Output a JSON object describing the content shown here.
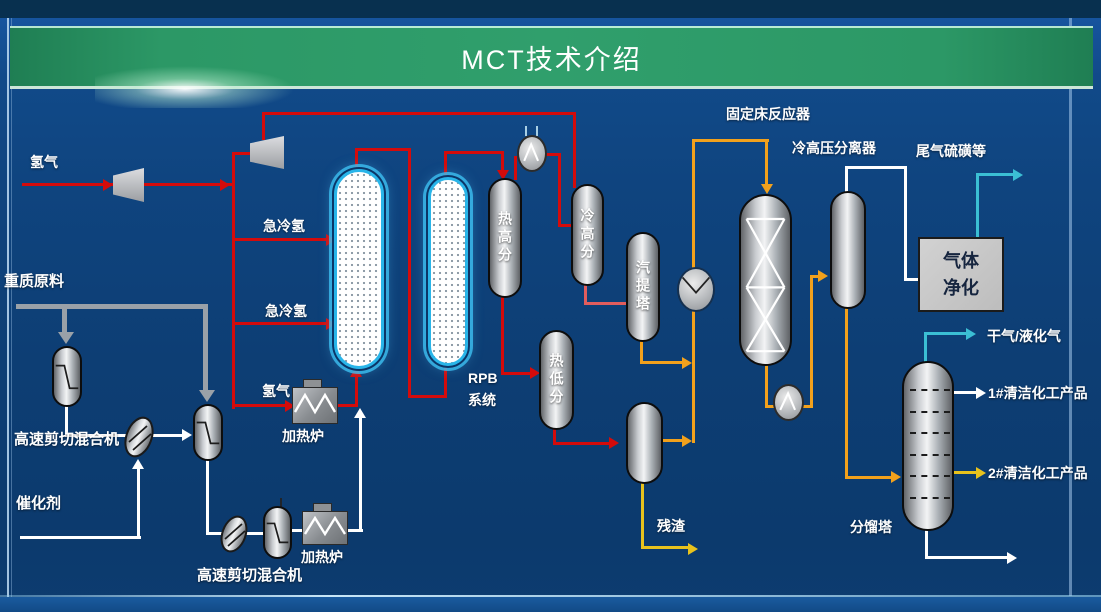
{
  "slide": {
    "title": "MCT技术介绍"
  },
  "colors": {
    "banner_green": "#2f9e6a",
    "background_blue": "#0e4178",
    "line_red": "#d40b0b",
    "line_pink": "#e25d5d",
    "line_orange": "#f2a11c",
    "line_yellow": "#e8c21d",
    "line_cyan": "#3bbfd4",
    "line_white": "#ffffff",
    "feed_gray": "#9aa1a8",
    "rpb_border_cyan": "#29b5e9"
  },
  "streams": {
    "hydrogen_feed": "氢气",
    "heavy_feed": "重质原料",
    "quench_h2_upper": "急冷氢",
    "quench_h2_lower": "急冷氢",
    "furnace_h2": "氢气",
    "catalyst": "催化剂",
    "tail_gas": "尾气硫磺等",
    "dry_gas_lpg": "干气/液化气",
    "product_1": "1#清洁化工产品",
    "product_2": "2#清洁化工产品",
    "residue": "残渣"
  },
  "equipment": {
    "furnace_1": "加热炉",
    "furnace_2": "加热炉",
    "shear_mixer_1": "高速剪切混合机",
    "shear_mixer_2": "高速剪切混合机",
    "rpb_system_line1": "RPB",
    "rpb_system_line2": "系统",
    "hot_hp_separator": "热高分",
    "cold_hp_separator_short": "冷高分",
    "stripper": "汽提塔",
    "hot_lp_separator": "热低分",
    "fixed_bed_reactor": "固定床反应器",
    "cold_hp_separator": "冷高压分离器",
    "gas_purification": "气体净化",
    "fractionator": "分馏塔"
  }
}
